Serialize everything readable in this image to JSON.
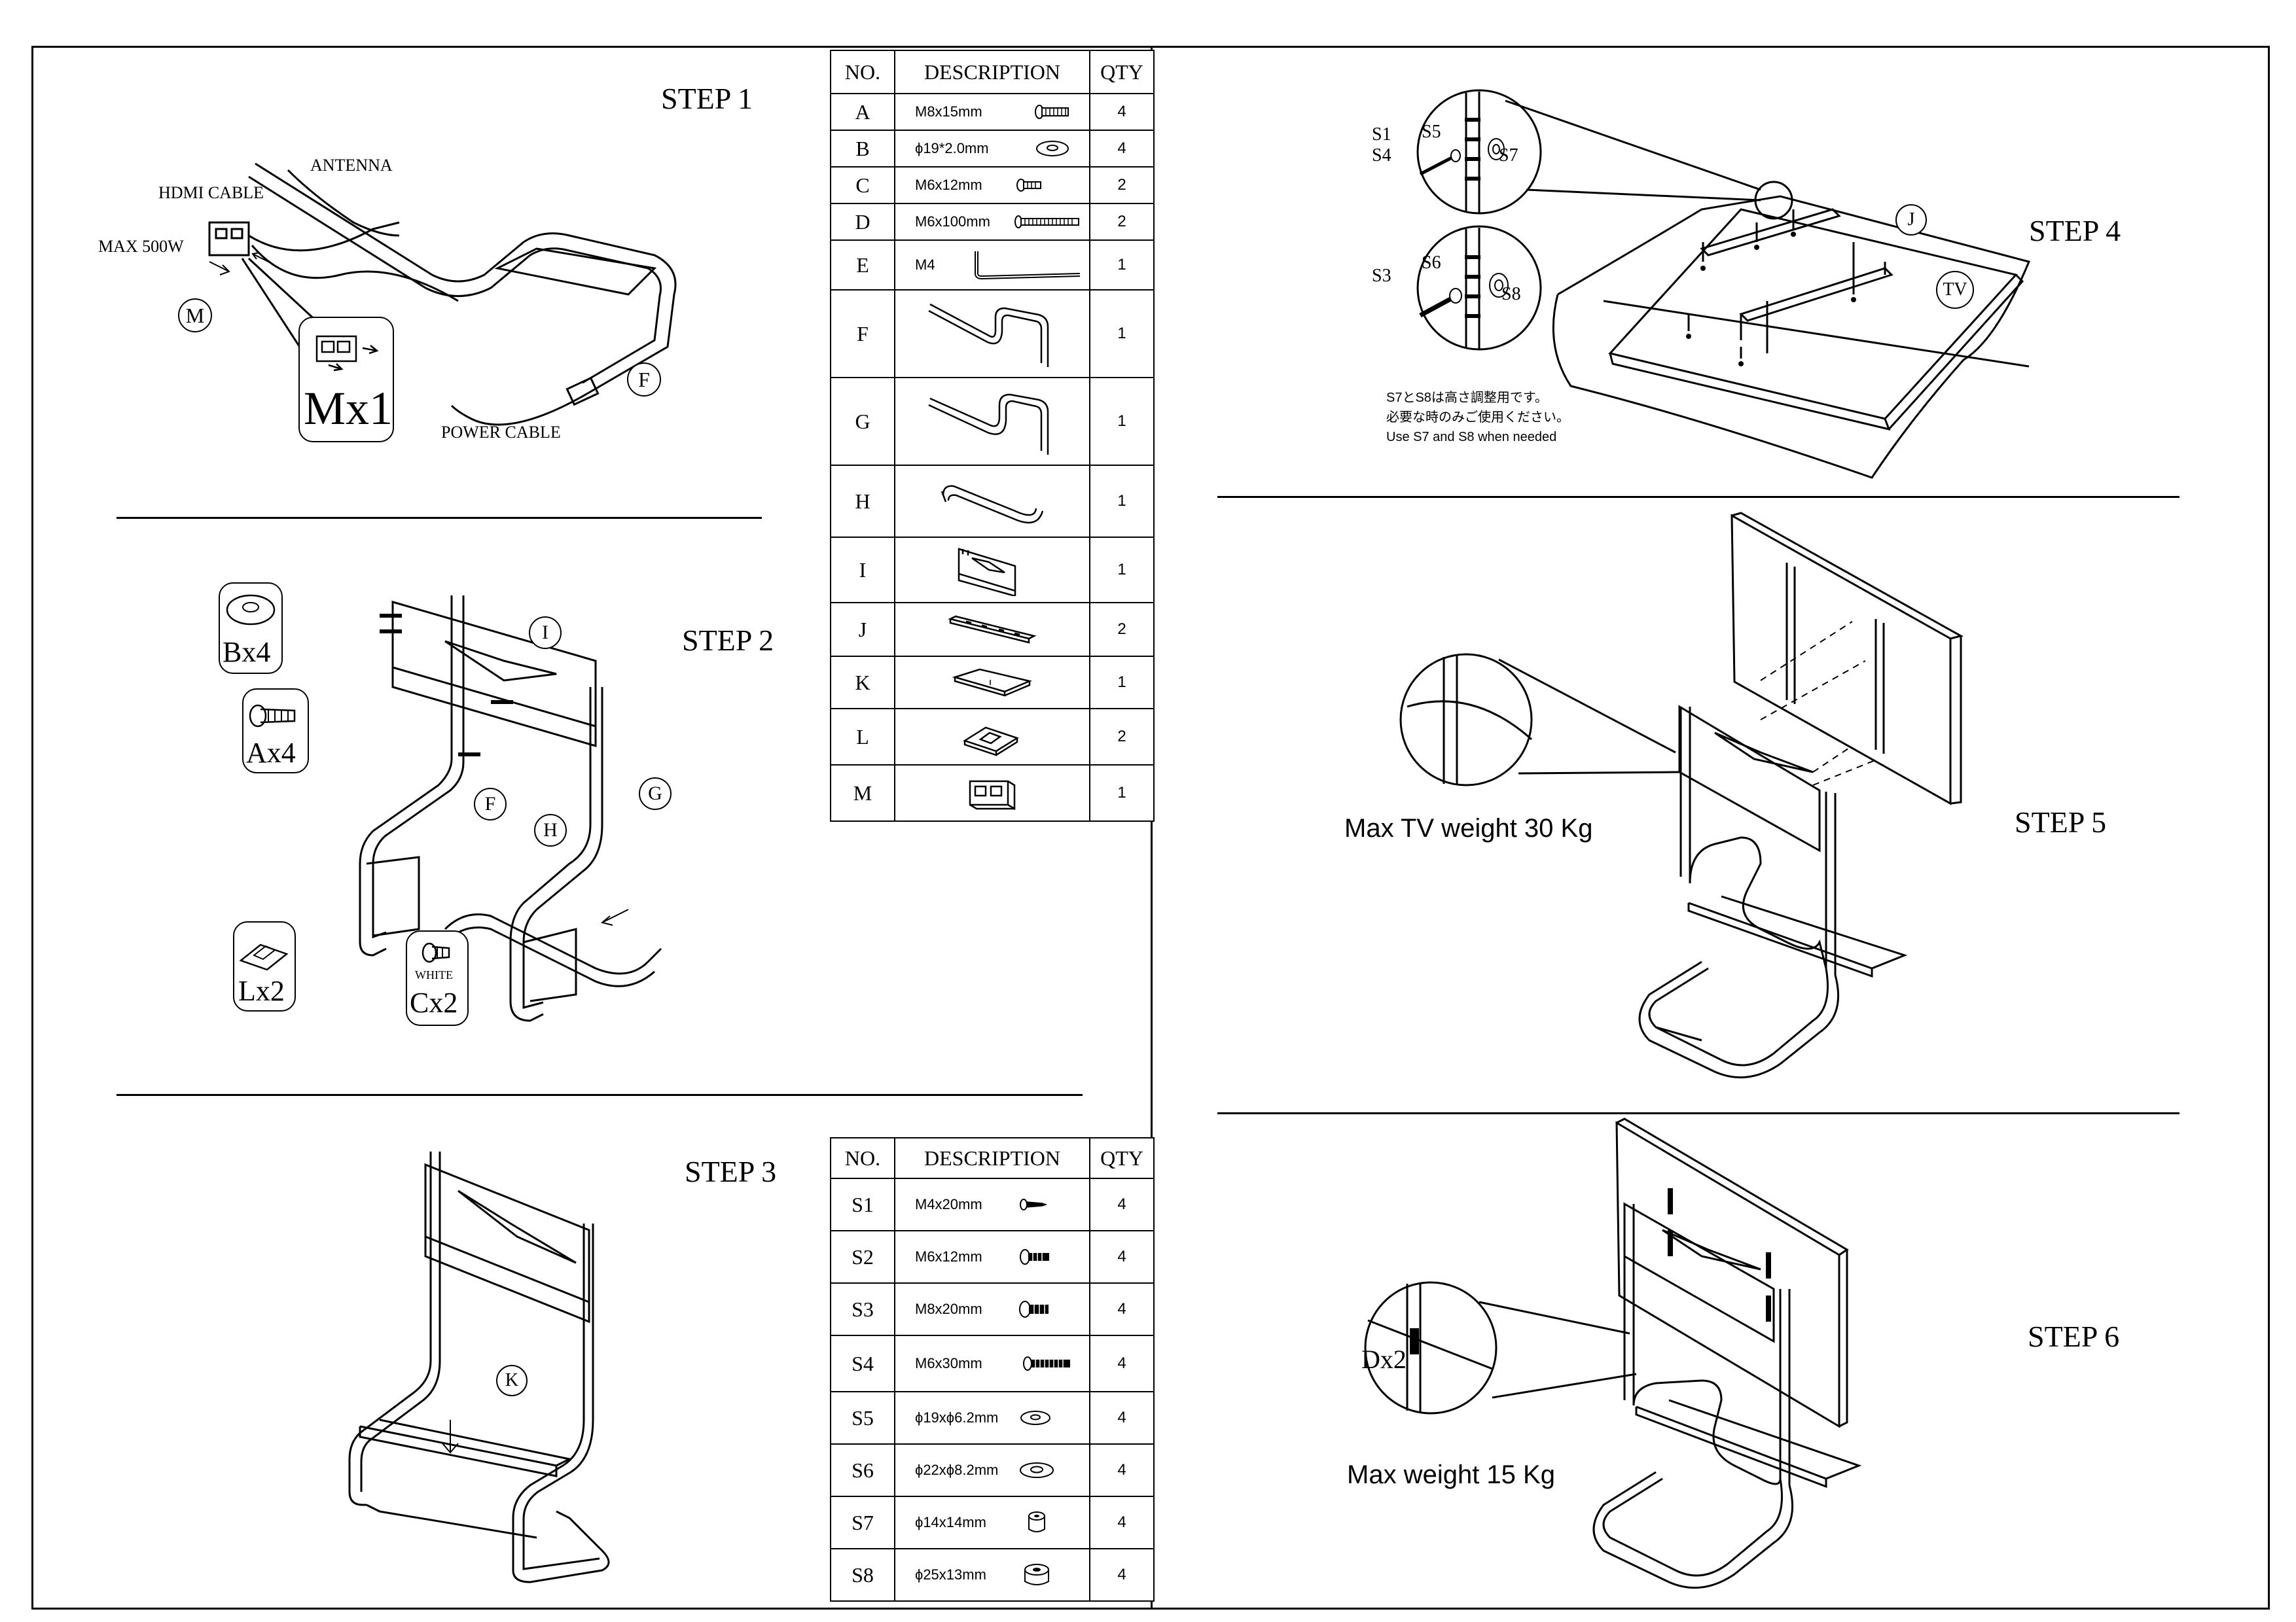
{
  "steps": {
    "s1": "STEP 1",
    "s2": "STEP 2",
    "s3": "STEP 3",
    "s4": "STEP 4",
    "s5": "STEP 5",
    "s6": "STEP 6"
  },
  "step1": {
    "antenna": "ANTENNA",
    "hdmi": "HDMI  CABLE",
    "max500": "MAX 500W",
    "power": "POWER CABLE",
    "m": "M",
    "f": "F",
    "mx1": "Mx1"
  },
  "step2": {
    "bx4": "Bx4",
    "ax4": "Ax4",
    "lx2": "Lx2",
    "cx2": "Cx2",
    "white": "WHITE",
    "i": "I",
    "f": "F",
    "g": "G",
    "h": "H"
  },
  "step3": {
    "k": "K"
  },
  "step4": {
    "s1": "S1",
    "s4": "S4",
    "s5": "S5",
    "s7": "S7",
    "s3": "S3",
    "s6": "S6",
    "s8": "S8",
    "j": "J",
    "tv": "TV",
    "note1": "S7とS8は高さ調整用です。",
    "note2": "必要な時のみご使用ください。",
    "note3": "Use S7 and S8 when needed"
  },
  "step5": {
    "weight": "Max TV weight 30 Kg"
  },
  "step6": {
    "dx2": "Dx2",
    "weight": "Max weight 15 Kg"
  },
  "table1": {
    "headers": [
      "NO.",
      "DESCRIPTION",
      "QTY"
    ],
    "rows": [
      {
        "no": "A",
        "desc": "M8x15mm",
        "qty": "4",
        "icon": "bolt-short-icon"
      },
      {
        "no": "B",
        "desc": "ϕ19*2.0mm",
        "qty": "4",
        "icon": "washer-icon"
      },
      {
        "no": "C",
        "desc": "M6x12mm",
        "qty": "2",
        "icon": "bolt-small-icon"
      },
      {
        "no": "D",
        "desc": "M6x100mm",
        "qty": "2",
        "icon": "bolt-long-icon"
      },
      {
        "no": "E",
        "desc": "M4",
        "qty": "1",
        "icon": "hex-key-icon"
      },
      {
        "no": "F",
        "desc": "",
        "qty": "1",
        "icon": "tube-frame-f-icon"
      },
      {
        "no": "G",
        "desc": "",
        "qty": "1",
        "icon": "tube-frame-g-icon"
      },
      {
        "no": "H",
        "desc": "",
        "qty": "1",
        "icon": "tube-h-icon"
      },
      {
        "no": "I",
        "desc": "",
        "qty": "1",
        "icon": "bracket-plate-icon"
      },
      {
        "no": "J",
        "desc": "",
        "qty": "2",
        "icon": "mount-arm-icon"
      },
      {
        "no": "K",
        "desc": "",
        "qty": "1",
        "icon": "shelf-icon"
      },
      {
        "no": "L",
        "desc": "",
        "qty": "2",
        "icon": "foot-cap-icon"
      },
      {
        "no": "M",
        "desc": "",
        "qty": "1",
        "icon": "power-outlet-icon"
      }
    ]
  },
  "table2": {
    "headers": [
      "NO.",
      "DESCRIPTION",
      "QTY"
    ],
    "rows": [
      {
        "no": "S1",
        "desc": "M4x20mm",
        "qty": "4",
        "icon": "screw-s1-icon"
      },
      {
        "no": "S2",
        "desc": "M6x12mm",
        "qty": "4",
        "icon": "screw-s2-icon"
      },
      {
        "no": "S3",
        "desc": "M8x20mm",
        "qty": "4",
        "icon": "screw-s3-icon"
      },
      {
        "no": "S4",
        "desc": "M6x30mm",
        "qty": "4",
        "icon": "screw-s4-icon"
      },
      {
        "no": "S5",
        "desc": "ϕ19xϕ6.2mm",
        "qty": "4",
        "icon": "washer-s5-icon"
      },
      {
        "no": "S6",
        "desc": "ϕ22xϕ8.2mm",
        "qty": "4",
        "icon": "washer-s6-icon"
      },
      {
        "no": "S7",
        "desc": "ϕ14x14mm",
        "qty": "4",
        "icon": "spacer-s7-icon"
      },
      {
        "no": "S8",
        "desc": "ϕ25x13mm",
        "qty": "4",
        "icon": "spacer-s8-icon"
      }
    ]
  }
}
